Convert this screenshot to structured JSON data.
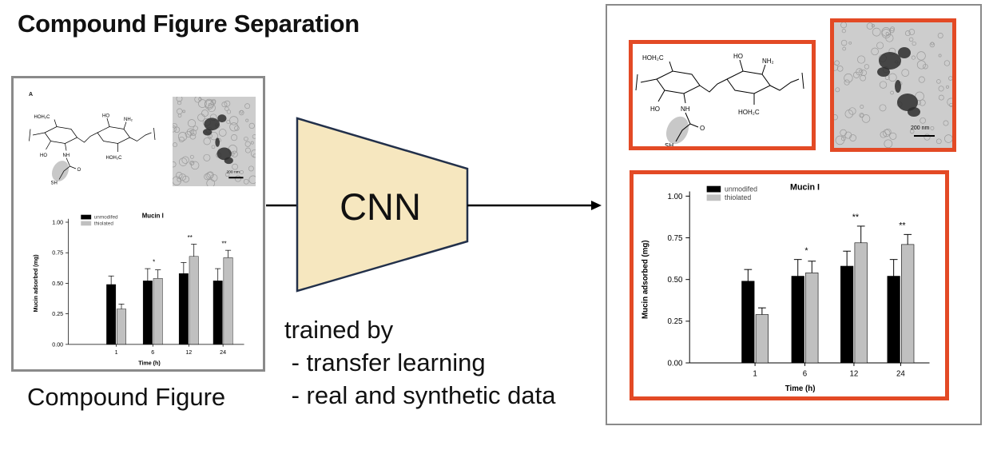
{
  "title": "Compound Figure Separation",
  "network": {
    "label": "CNN"
  },
  "captions": {
    "compound": "Compound Figure",
    "trained_by": "trained by",
    "method_1": " - transfer learning",
    "method_2": " - real and synthetic data"
  },
  "figure": {
    "panel_letter": "A",
    "micrograph_scale": "200 nm",
    "chem_labels": {
      "hoh2c_top": "HOH₂C",
      "ho_top": "HO",
      "nh2": "NH₂",
      "ho_bottom": "HO",
      "nh": "NH",
      "hoh2c_bottom": "HOH₂C",
      "sh": "SH",
      "o": "O"
    }
  },
  "colors": {
    "frame_gray": "#8a8a8a",
    "highlight_red": "#e34a25",
    "cnn_fill": "#f6e7bf",
    "bar_unmodified": "#000000",
    "bar_thiolated": "#c0c0c0"
  },
  "chart_data": {
    "type": "bar",
    "title": "Mucin I",
    "xlabel": "Time (h)",
    "ylabel": "Mucin adsorbed (mg)",
    "categories": [
      "1",
      "6",
      "12",
      "24"
    ],
    "ylim": [
      0,
      1
    ],
    "yticks": [
      "0.00",
      "0.25",
      "0.50",
      "0.75",
      "1.00"
    ],
    "series": [
      {
        "name": "unmodifed",
        "color": "#000000",
        "values": [
          0.49,
          0.52,
          0.58,
          0.52
        ],
        "errors": [
          0.07,
          0.1,
          0.09,
          0.1
        ]
      },
      {
        "name": "thiolated",
        "color": "#c0c0c0",
        "values": [
          0.29,
          0.54,
          0.72,
          0.71
        ],
        "errors": [
          0.04,
          0.07,
          0.1,
          0.06
        ]
      }
    ],
    "annotations": [
      "",
      "*",
      "**",
      "**"
    ],
    "legend": "top-left"
  }
}
